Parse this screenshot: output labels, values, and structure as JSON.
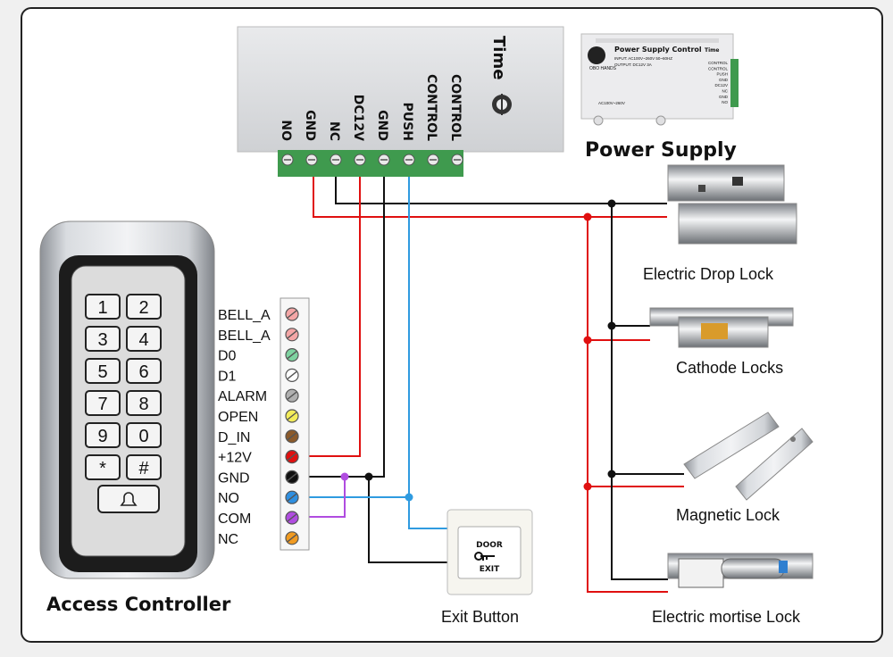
{
  "power_supply": {
    "brand": "Time",
    "terminals": [
      "NO",
      "GND",
      "NC",
      "DC12V",
      "GND",
      "PUSH",
      "CONTROL",
      "CONTROL"
    ],
    "photo_title": "Power Supply Control",
    "photo_brand": "Time",
    "photo_logo_text": "OBO HANDS",
    "photo_spec_1": "INPUT: AC100V~260V 50~60HZ",
    "photo_spec_2": "OUTPUT: DC12V 3A",
    "photo_spec_3": "AC100V~260V",
    "photo_terminals": [
      "CONTROL",
      "CONTROL",
      "PUSH",
      "GND",
      "DC12V",
      "NC",
      "GND",
      "NO"
    ],
    "caption": "Power Supply"
  },
  "access_controller": {
    "caption": "Access Controller",
    "keys": [
      "1",
      "2",
      "3",
      "4",
      "5",
      "6",
      "7",
      "8",
      "9",
      "0",
      "*",
      "#"
    ],
    "terminals": [
      {
        "label": "BELL_A",
        "color": "#f4a6a6"
      },
      {
        "label": "BELL_A",
        "color": "#f4a6a6"
      },
      {
        "label": "D0",
        "color": "#7ed3a0"
      },
      {
        "label": "D1",
        "color": "#ffffff"
      },
      {
        "label": "ALARM",
        "color": "#b0b0b0"
      },
      {
        "label": "OPEN",
        "color": "#f3ec5a"
      },
      {
        "label": "D_IN",
        "color": "#8b5a2b"
      },
      {
        "label": "+12V",
        "color": "#e01010"
      },
      {
        "label": "GND",
        "color": "#111111"
      },
      {
        "label": "NO",
        "color": "#2f8fe0"
      },
      {
        "label": "COM",
        "color": "#b04ce0"
      },
      {
        "label": "NC",
        "color": "#f09a20"
      }
    ]
  },
  "exit_button": {
    "caption": "Exit Button",
    "line1": "DOOR",
    "line2": "EXIT"
  },
  "locks": [
    {
      "caption": "Electric Drop Lock",
      "icon": "drop-lock"
    },
    {
      "caption": "Cathode Locks",
      "icon": "cathode-lock"
    },
    {
      "caption": "Magnetic Lock",
      "icon": "magnetic-lock"
    },
    {
      "caption": "Electric mortise Lock",
      "icon": "mortise-lock"
    }
  ],
  "colors": {
    "wire_red": "#e01010",
    "wire_black": "#111111",
    "wire_blue": "#2f9be0",
    "wire_purple": "#b04ce0",
    "terminal_green": "#3f9a4e"
  }
}
